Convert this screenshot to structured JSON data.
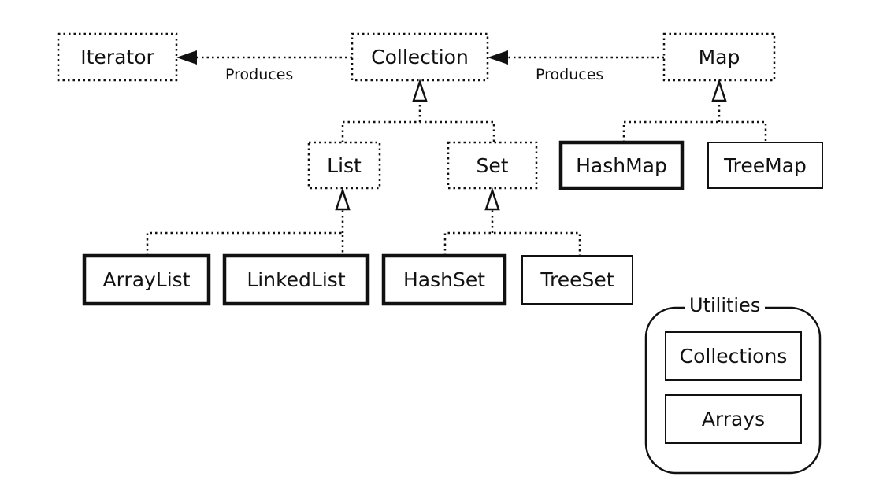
{
  "colors": {
    "line": "#111111",
    "background": "#ffffff"
  },
  "nodes": {
    "iterator": {
      "label": "Iterator",
      "kind": "interface"
    },
    "collection": {
      "label": "Collection",
      "kind": "interface"
    },
    "map": {
      "label": "Map",
      "kind": "interface"
    },
    "list": {
      "label": "List",
      "kind": "interface"
    },
    "set": {
      "label": "Set",
      "kind": "interface"
    },
    "hashmap": {
      "label": "HashMap",
      "kind": "emphasized-class"
    },
    "treemap": {
      "label": "TreeMap",
      "kind": "class"
    },
    "arraylist": {
      "label": "ArrayList",
      "kind": "emphasized-class"
    },
    "linkedlist": {
      "label": "LinkedList",
      "kind": "emphasized-class"
    },
    "hashset": {
      "label": "HashSet",
      "kind": "emphasized-class"
    },
    "treeset": {
      "label": "TreeSet",
      "kind": "class"
    },
    "collections": {
      "label": "Collections",
      "kind": "utility-class"
    },
    "arrays": {
      "label": "Arrays",
      "kind": "utility-class"
    }
  },
  "edges": {
    "collection_produces_iterator": {
      "from": "Collection",
      "to": "Iterator",
      "label": "Produces",
      "type": "produces"
    },
    "map_produces_collection": {
      "from": "Map",
      "to": "Collection",
      "label": "Produces",
      "type": "produces"
    },
    "list_to_collection": {
      "from": "List",
      "to": "Collection",
      "type": "inheritance"
    },
    "set_to_collection": {
      "from": "Set",
      "to": "Collection",
      "type": "inheritance"
    },
    "hashmap_to_map": {
      "from": "HashMap",
      "to": "Map",
      "type": "inheritance"
    },
    "treemap_to_map": {
      "from": "TreeMap",
      "to": "Map",
      "type": "inheritance"
    },
    "arraylist_to_list": {
      "from": "ArrayList",
      "to": "List",
      "type": "inheritance"
    },
    "linkedlist_to_list": {
      "from": "LinkedList",
      "to": "List",
      "type": "inheritance"
    },
    "hashset_to_set": {
      "from": "HashSet",
      "to": "Set",
      "type": "inheritance"
    },
    "treeset_to_set": {
      "from": "TreeSet",
      "to": "Set",
      "type": "inheritance"
    }
  },
  "group": {
    "label": "Utilities",
    "members": [
      "Collections",
      "Arrays"
    ]
  }
}
